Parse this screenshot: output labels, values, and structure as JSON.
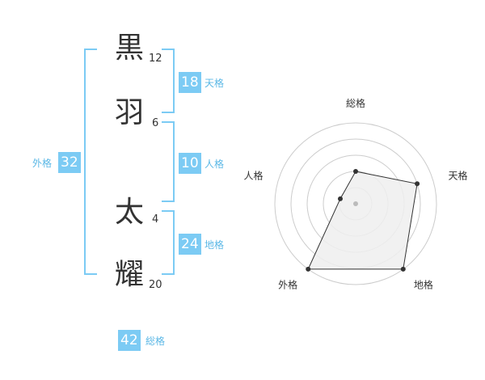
{
  "name_chars": [
    {
      "char": "黒",
      "strokes": "12"
    },
    {
      "char": "羽",
      "strokes": "6"
    },
    {
      "char": "太",
      "strokes": "4"
    },
    {
      "char": "耀",
      "strokes": "20"
    }
  ],
  "scores": {
    "tenkaku": {
      "value": "18",
      "label": "天格"
    },
    "jinkaku": {
      "value": "10",
      "label": "人格"
    },
    "chikaku": {
      "value": "24",
      "label": "地格"
    },
    "gaikaku": {
      "value": "32",
      "label": "外格"
    },
    "soukaku": {
      "value": "42",
      "label": "総格"
    }
  },
  "chart_data": {
    "type": "radar",
    "axes": [
      "総格",
      "天格",
      "地格",
      "外格",
      "人格"
    ],
    "values": [
      2,
      4,
      5,
      5,
      1
    ],
    "max": 5,
    "rings": 5,
    "colors": {
      "fill": "#efefef",
      "stroke": "#333333",
      "grid": "#cccccc",
      "point": "#333333"
    }
  }
}
